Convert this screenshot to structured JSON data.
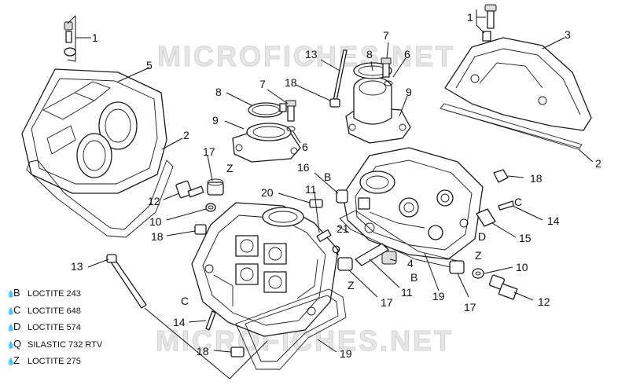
{
  "watermark": "MICROFICHES.NET",
  "legend": [
    {
      "code": "B",
      "text": "LOCTITE 243"
    },
    {
      "code": "C",
      "text": "LOCTITE 648"
    },
    {
      "code": "D",
      "text": "LOCTITE 574"
    },
    {
      "code": "Q",
      "text": "SILASTIC 732 RTV"
    },
    {
      "code": "Z",
      "text": "LOCTITE 275"
    }
  ],
  "callouts": {
    "c1a": "1",
    "c1b": "1",
    "c2a": "2",
    "c2b": "2",
    "c3": "3",
    "c4": "4",
    "c5": "5",
    "c6a": "6",
    "c6b": "6",
    "c7a": "7",
    "c7b": "7",
    "c8a": "8",
    "c8b": "8",
    "c9a": "9",
    "c9b": "9",
    "c10a": "10",
    "c10b": "10",
    "c11a": "11",
    "c11b": "11",
    "c12a": "12",
    "c12b": "12",
    "c13a": "13",
    "c13b": "13",
    "c14a": "14",
    "c14b": "14",
    "c15": "15",
    "c16": "16",
    "c17a": "17",
    "c17b": "17",
    "c17c": "17",
    "c18a": "18",
    "c18b": "18",
    "c18c": "18",
    "c18d": "18",
    "c19a": "19",
    "c19b": "19",
    "c20": "20",
    "c21": "21",
    "lB1": "B",
    "lB2": "B",
    "lC1": "C",
    "lC2": "C",
    "lD": "D",
    "lQ": "Q",
    "lZ1": "Z",
    "lZ2": "Z",
    "lZ3": "Z"
  }
}
